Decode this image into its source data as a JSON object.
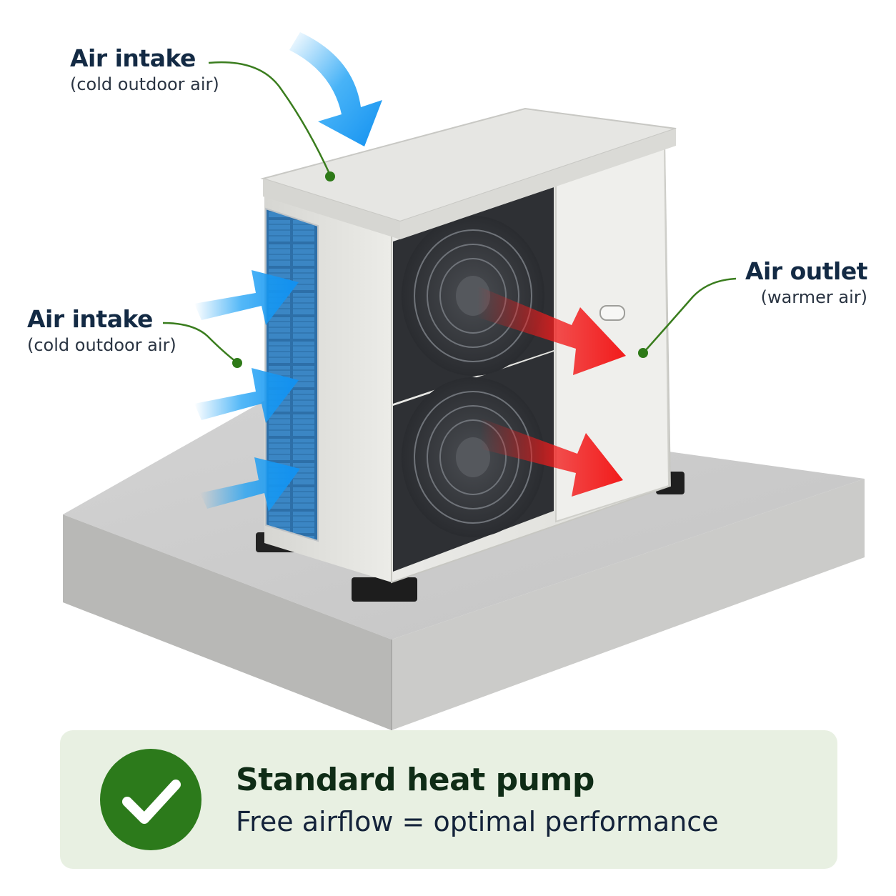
{
  "callouts": {
    "top": {
      "title": "Air intake",
      "subtitle": "(cold outdoor air)"
    },
    "left": {
      "title": "Air intake",
      "subtitle": "(cold outdoor air)"
    },
    "right": {
      "title": "Air outlet",
      "subtitle": "(warmer air)"
    }
  },
  "summary": {
    "title": "Standard heat pump",
    "subtitle": "Free airflow = optimal performance",
    "icon": "checkmark-icon"
  },
  "colors": {
    "intake_arrow": "#1aa0f5",
    "outlet_arrow": "#f21b1b",
    "leader_line": "#3a7d1e",
    "panel_background": "#e8f0e2",
    "check_badge": "#2c7a1b"
  }
}
